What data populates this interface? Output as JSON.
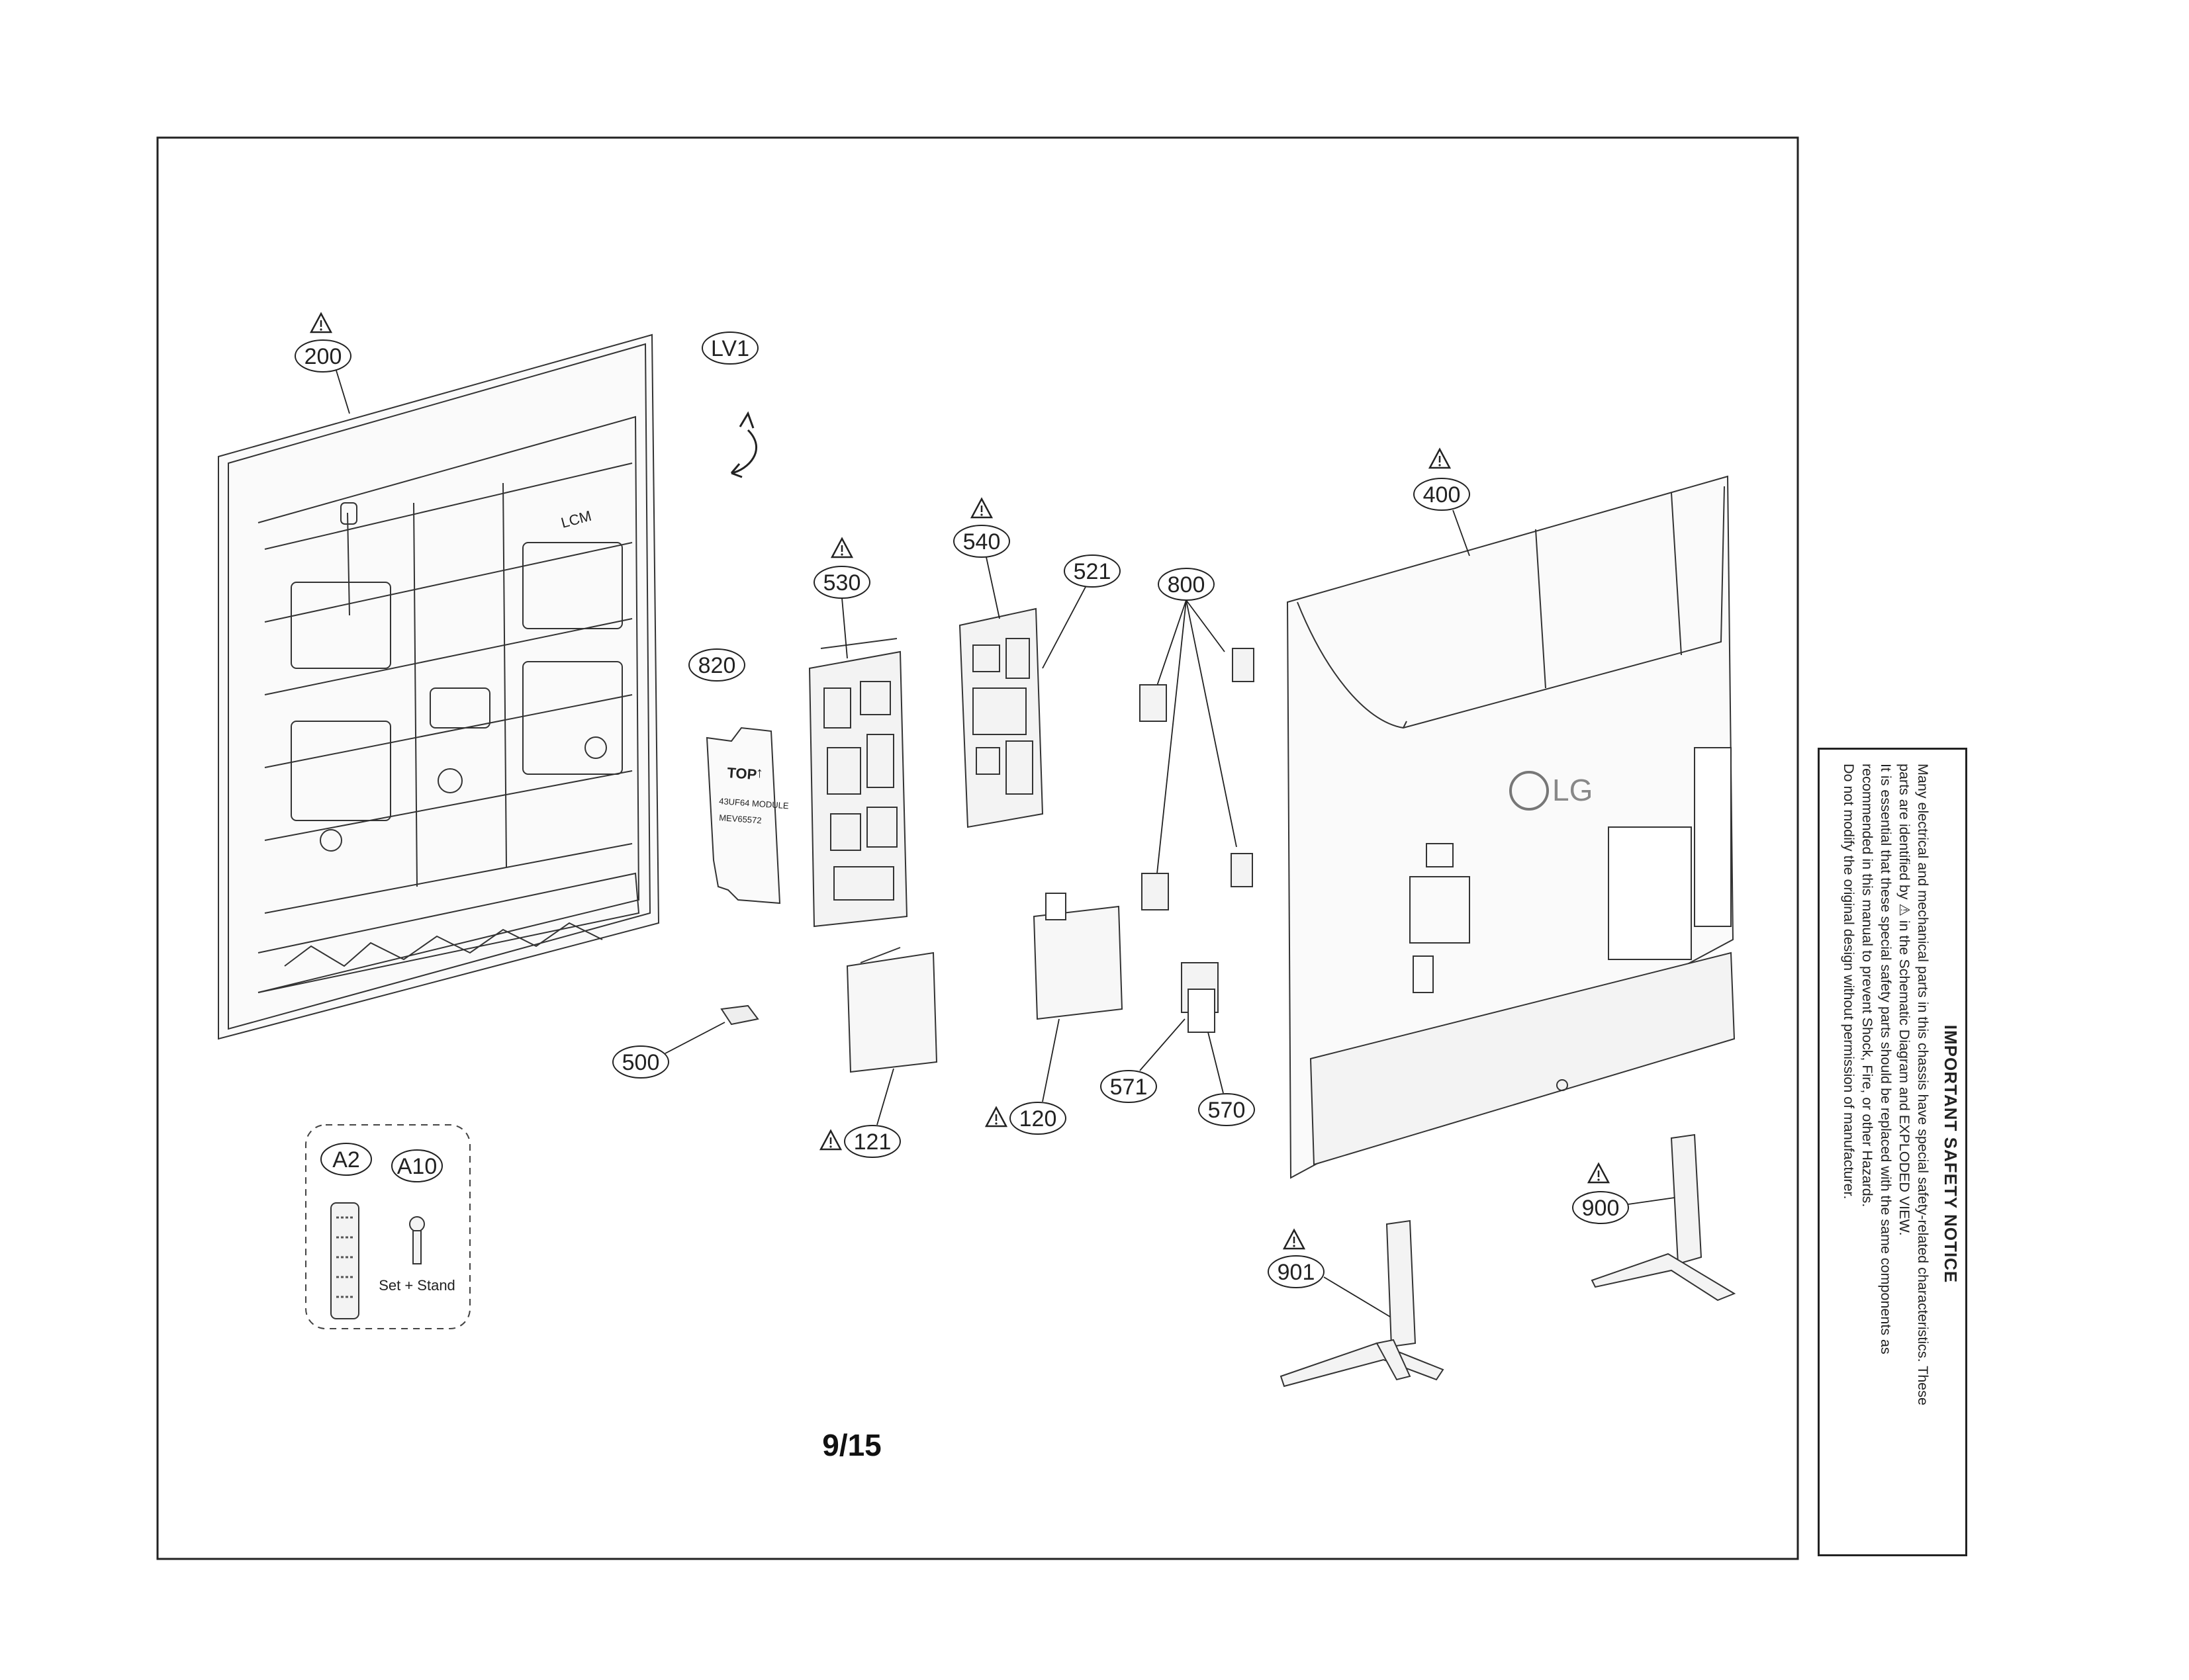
{
  "page_number": "9/15",
  "callouts": {
    "c200": "200",
    "clv1": "LV1",
    "c530": "530",
    "c540": "540",
    "c521": "521",
    "c800": "800",
    "c400": "400",
    "c820": "820",
    "c500": "500",
    "c121": "121",
    "c120": "120",
    "c571": "571",
    "c570": "570",
    "c900": "900",
    "c901": "901",
    "ca2": "A2",
    "ca10": "A10"
  },
  "accessory_caption": "Set + Stand",
  "panel_label": "LCM",
  "sheet_label": {
    "top": "TOP",
    "line1": "43UF64 MODULE",
    "line2": "MEV65572"
  },
  "logo_text": "LG",
  "notice": {
    "title": "IMPORTANT SAFETY NOTICE",
    "line1": "Many electrical and mechanical parts in this chassis have special safety-related characteristics. These",
    "line2": "parts are identified by ⚠ in the Schematic Diagram and EXPLODED VIEW.",
    "line3": "It is essential that these special safety parts should be replaced with the same components as",
    "line4": "recommended in this manual to prevent Shock, Fire, or other Hazards.",
    "line5": "Do not modify the original design without permission of manufacturer."
  },
  "warning_icon": "warning-triangle-icon"
}
